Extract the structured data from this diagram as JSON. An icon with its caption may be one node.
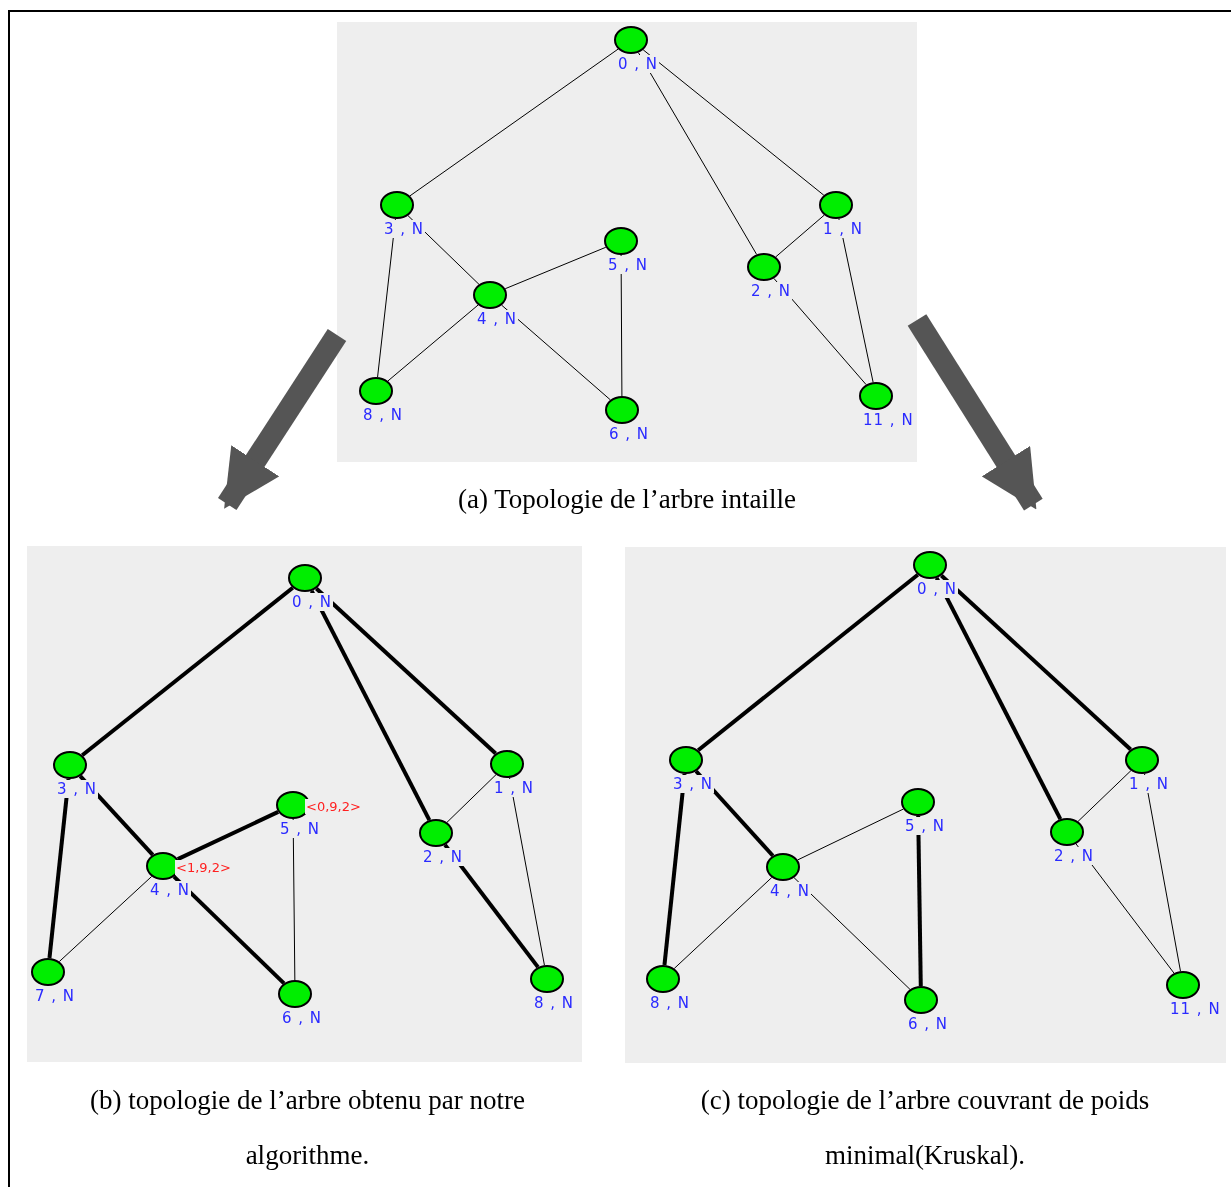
{
  "diagram": {
    "nodes": [
      {
        "text": [],
        "shape": "box",
        "beside": [
          "(a) Topologie de l’arbre intaille"
        ]
      },
      {
        "text": [],
        "shape": "circle",
        "in": 0,
        "beside": [
          "0 , N"
        ]
      },
      {
        "text": [],
        "shape": "circle",
        "in": 0,
        "beside": [
          "3 , N"
        ]
      },
      {
        "text": [],
        "shape": "circle",
        "in": 0,
        "beside": [
          "1 , N"
        ]
      },
      {
        "text": [],
        "shape": "circle",
        "in": 0,
        "beside": [
          "5 , N"
        ]
      },
      {
        "text": [],
        "shape": "circle",
        "in": 0,
        "beside": [
          "2 , N"
        ]
      },
      {
        "text": [],
        "shape": "circle",
        "in": 0,
        "beside": [
          "4 , N"
        ]
      },
      {
        "text": [],
        "shape": "circle",
        "in": 0,
        "beside": [
          "8 , N"
        ]
      },
      {
        "text": [],
        "shape": "circle",
        "in": 0,
        "beside": [
          "6 , N"
        ]
      },
      {
        "text": [],
        "shape": "circle",
        "in": 0,
        "beside": [
          "11 , N"
        ]
      },
      {
        "text": [],
        "shape": "box",
        "beside": [
          "(b)  topologie de l’arbre obtenu par  notre algorithme."
        ]
      },
      {
        "text": [],
        "shape": "circle",
        "in": 10,
        "beside": [
          "0 , N"
        ]
      },
      {
        "text": [],
        "shape": "circle",
        "in": 10,
        "beside": [
          "3 , N"
        ]
      },
      {
        "text": [],
        "shape": "circle",
        "in": 10,
        "beside": [
          "1 , N"
        ]
      },
      {
        "text": [],
        "shape": "circle",
        "in": 10,
        "beside": [
          "5 , N",
          "<0,9,2>"
        ]
      },
      {
        "text": [],
        "shape": "circle",
        "in": 10,
        "beside": [
          "2 , N"
        ]
      },
      {
        "text": [],
        "shape": "circle",
        "in": 10,
        "beside": [
          "4 , N",
          "<1,9,2>"
        ]
      },
      {
        "text": [],
        "shape": "circle",
        "in": 10,
        "beside": [
          "7 , N"
        ]
      },
      {
        "text": [],
        "shape": "circle",
        "in": 10,
        "beside": [
          "6 , N"
        ]
      },
      {
        "text": [],
        "shape": "circle",
        "in": 10,
        "beside": [
          "8 , N"
        ]
      },
      {
        "text": [],
        "shape": "box",
        "beside": [
          "(c) topologie de l’arbre couvrant de poids minimal(Kruskal)."
        ]
      },
      {
        "text": [],
        "shape": "circle",
        "in": 20,
        "beside": [
          "0 , N"
        ]
      },
      {
        "text": [],
        "shape": "circle",
        "in": 20,
        "beside": [
          "3 , N"
        ]
      },
      {
        "text": [],
        "shape": "circle",
        "in": 20,
        "beside": [
          "1 , N"
        ]
      },
      {
        "text": [],
        "shape": "circle",
        "in": 20,
        "beside": [
          "5 , N"
        ]
      },
      {
        "text": [],
        "shape": "circle",
        "in": 20,
        "beside": [
          "2 , N"
        ]
      },
      {
        "text": [],
        "shape": "circle",
        "in": 20,
        "beside": [
          "4 , N"
        ]
      },
      {
        "text": [],
        "shape": "circle",
        "in": 20,
        "beside": [
          "8 , N"
        ]
      },
      {
        "text": [],
        "shape": "circle",
        "in": 20,
        "beside": [
          "6 , N"
        ]
      },
      {
        "text": [],
        "shape": "circle",
        "in": 20,
        "beside": [
          "11 , N"
        ]
      }
    ],
    "edges": [
      {
        "from": 1,
        "to": 2,
        "arrow": "none"
      },
      {
        "from": 1,
        "to": 5,
        "arrow": "none"
      },
      {
        "from": 1,
        "to": 3,
        "arrow": "none"
      },
      {
        "from": 2,
        "to": 6,
        "arrow": "none"
      },
      {
        "from": 2,
        "to": 7,
        "arrow": "none"
      },
      {
        "from": 6,
        "to": 4,
        "arrow": "none"
      },
      {
        "from": 6,
        "to": 7,
        "arrow": "none"
      },
      {
        "from": 6,
        "to": 8,
        "arrow": "none"
      },
      {
        "from": 4,
        "to": 8,
        "arrow": "none"
      },
      {
        "from": 3,
        "to": 5,
        "arrow": "none"
      },
      {
        "from": 5,
        "to": 9,
        "arrow": "none"
      },
      {
        "from": 3,
        "to": 9,
        "arrow": "none"
      },
      {
        "from": 11,
        "to": 12,
        "arrow": "none",
        "style": "thick"
      },
      {
        "from": 11,
        "to": 15,
        "arrow": "none",
        "style": "thick"
      },
      {
        "from": 11,
        "to": 13,
        "arrow": "none",
        "style": "thick"
      },
      {
        "from": 12,
        "to": 16,
        "arrow": "none",
        "style": "thick"
      },
      {
        "from": 12,
        "to": 17,
        "arrow": "none",
        "style": "thick"
      },
      {
        "from": 16,
        "to": 14,
        "arrow": "none",
        "style": "thick"
      },
      {
        "from": 16,
        "to": 17,
        "arrow": "none"
      },
      {
        "from": 16,
        "to": 18,
        "arrow": "none",
        "style": "thick"
      },
      {
        "from": 14,
        "to": 18,
        "arrow": "none"
      },
      {
        "from": 13,
        "to": 15,
        "arrow": "none"
      },
      {
        "from": 15,
        "to": 19,
        "arrow": "none",
        "style": "thick"
      },
      {
        "from": 13,
        "to": 19,
        "arrow": "none"
      },
      {
        "from": 21,
        "to": 22,
        "arrow": "none",
        "style": "thick"
      },
      {
        "from": 21,
        "to": 25,
        "arrow": "none",
        "style": "thick"
      },
      {
        "from": 21,
        "to": 23,
        "arrow": "none",
        "style": "thick"
      },
      {
        "from": 22,
        "to": 26,
        "arrow": "none",
        "style": "thick"
      },
      {
        "from": 22,
        "to": 27,
        "arrow": "none",
        "style": "thick"
      },
      {
        "from": 26,
        "to": 24,
        "arrow": "none"
      },
      {
        "from": 26,
        "to": 27,
        "arrow": "none"
      },
      {
        "from": 26,
        "to": 28,
        "arrow": "none"
      },
      {
        "from": 24,
        "to": 28,
        "arrow": "none",
        "style": "thick"
      },
      {
        "from": 23,
        "to": 25,
        "arrow": "none"
      },
      {
        "from": 25,
        "to": 29,
        "arrow": "none"
      },
      {
        "from": 23,
        "to": 29,
        "arrow": "none"
      },
      {
        "from": 0,
        "to": 10,
        "arrow": "to",
        "style": "thick",
        "color": "#555555"
      },
      {
        "from": 0,
        "to": 20,
        "arrow": "to",
        "style": "thick",
        "color": "#555555"
      }
    ]
  }
}
